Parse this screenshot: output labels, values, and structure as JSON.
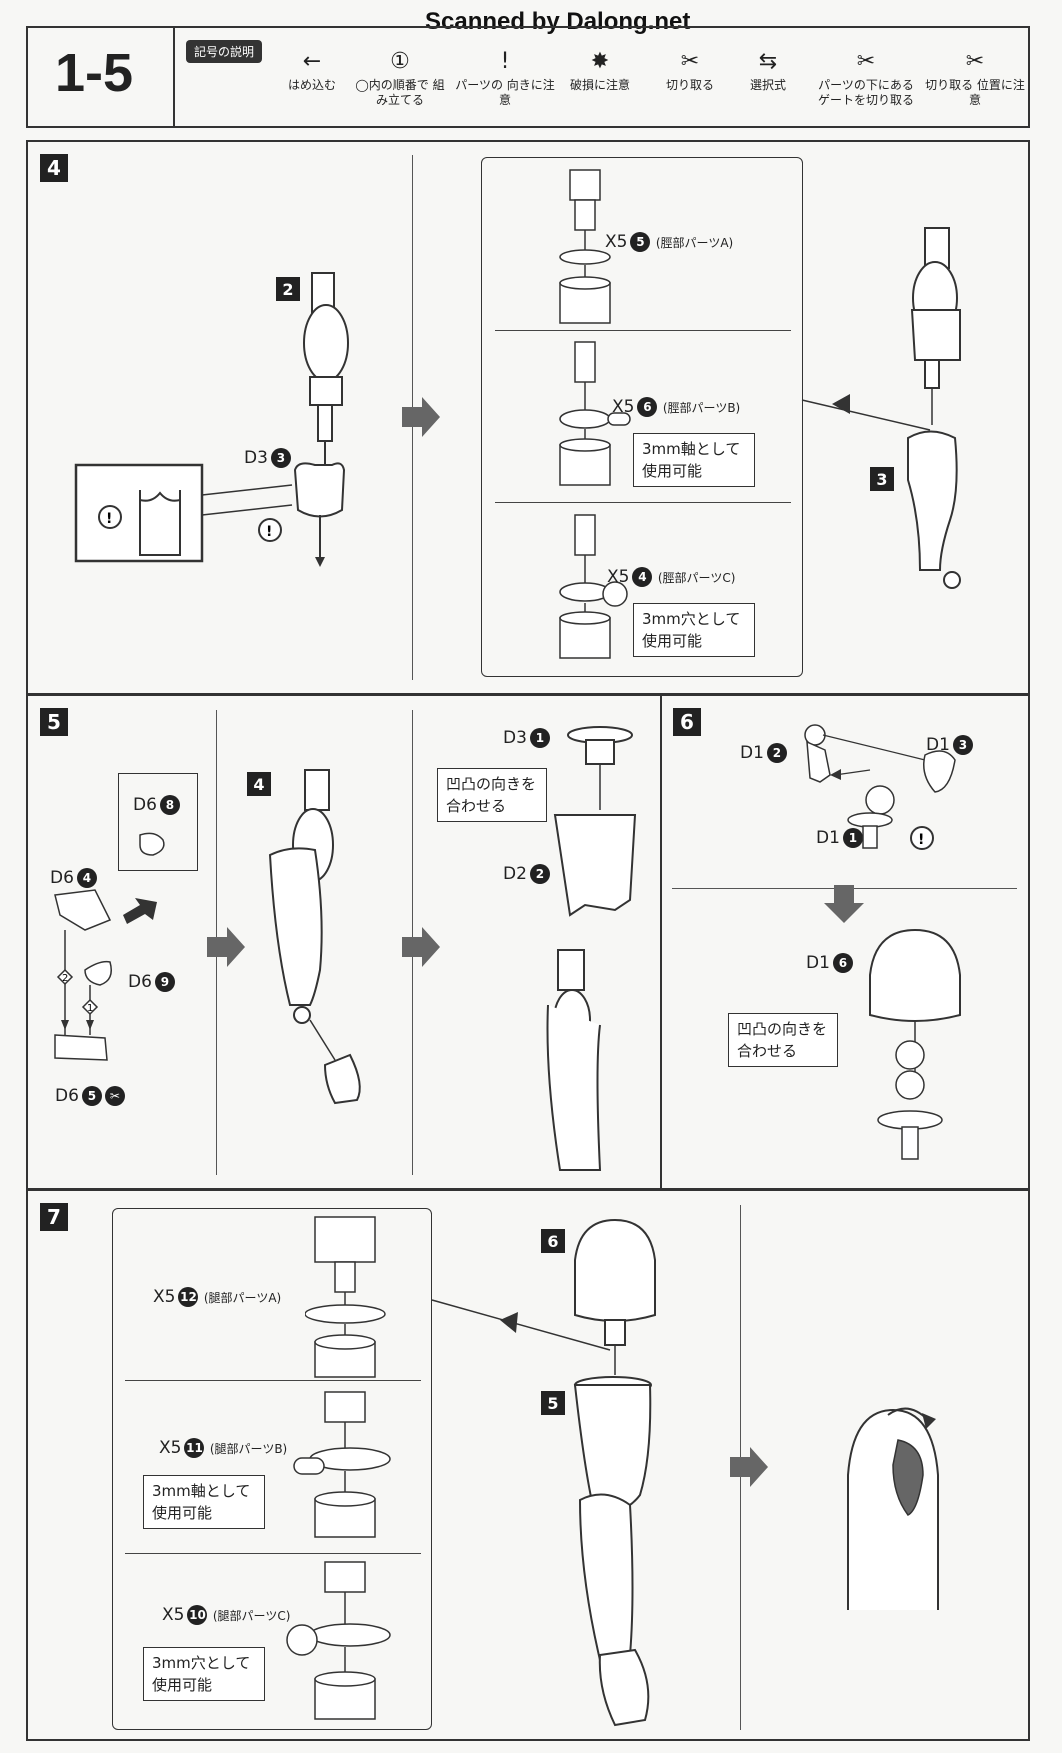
{
  "watermark": "Scanned by Dalong.net",
  "header": {
    "section": "1-5",
    "legend_title": "記号の説明",
    "legend": [
      {
        "icon": "←",
        "icon_name": "arrow-left-icon",
        "label": "はめ込む"
      },
      {
        "icon": "①",
        "icon_name": "circled-number-icon",
        "label": "◯内の順番で 組み立てる"
      },
      {
        "icon": "!",
        "icon_name": "exclamation-icon",
        "label": "パーツの 向きに注意"
      },
      {
        "icon": "✸",
        "icon_name": "break-warning-icon",
        "label": "破損に注意"
      },
      {
        "icon": "✂",
        "icon_name": "cut-icon",
        "label": "切り取る"
      },
      {
        "icon": "⇆",
        "icon_name": "choice-arrows-icon",
        "label": "選択式"
      },
      {
        "icon": "✂",
        "icon_name": "gate-cut-icon",
        "label": "パーツの下にある ゲートを切り取る"
      },
      {
        "icon": "✂",
        "icon_name": "cut-position-icon",
        "label": "切り取る 位置に注意"
      }
    ]
  },
  "step4": {
    "step": "4",
    "sub2": "2",
    "d3": "D3",
    "d3_num": "3",
    "sub3": "3",
    "options": [
      {
        "part": "X5",
        "num": "5",
        "desc": "(脛部パーツA)"
      },
      {
        "part": "X5",
        "num": "6",
        "desc": "(脛部パーツB)",
        "note": [
          "3mm軸として",
          "使用可能"
        ]
      },
      {
        "part": "X5",
        "num": "4",
        "desc": "(脛部パーツC)",
        "note": [
          "3mm穴として",
          "使用可能"
        ]
      }
    ]
  },
  "step5": {
    "step": "5",
    "d6_8": "D6",
    "n8": "8",
    "d6_4": "D6",
    "n4": "4",
    "d6_9": "D6",
    "n9": "9",
    "d6_5": "D6",
    "n5": "5",
    "order2": "2",
    "order1": "1",
    "sub4": "4",
    "d3": "D3",
    "d3n": "1",
    "d2": "D2",
    "d2n": "2",
    "note": [
      "凹凸の向きを",
      "合わせる"
    ]
  },
  "step6": {
    "step": "6",
    "d1_2": "D1",
    "n2": "2",
    "d1_3": "D1",
    "n3": "3",
    "d1_1": "D1",
    "n1": "1",
    "d1_6": "D1",
    "n6": "6",
    "note": [
      "凹凸の向きを",
      "合わせる"
    ]
  },
  "step7": {
    "step": "7",
    "sub6": "6",
    "sub5": "5",
    "options": [
      {
        "part": "X5",
        "num": "12",
        "desc": "(腿部パーツA)"
      },
      {
        "part": "X5",
        "num": "11",
        "desc": "(腿部パーツB)",
        "note": [
          "3mm軸として",
          "使用可能"
        ]
      },
      {
        "part": "X5",
        "num": "10",
        "desc": "(腿部パーツC)",
        "note": [
          "3mm穴として",
          "使用可能"
        ]
      }
    ]
  }
}
